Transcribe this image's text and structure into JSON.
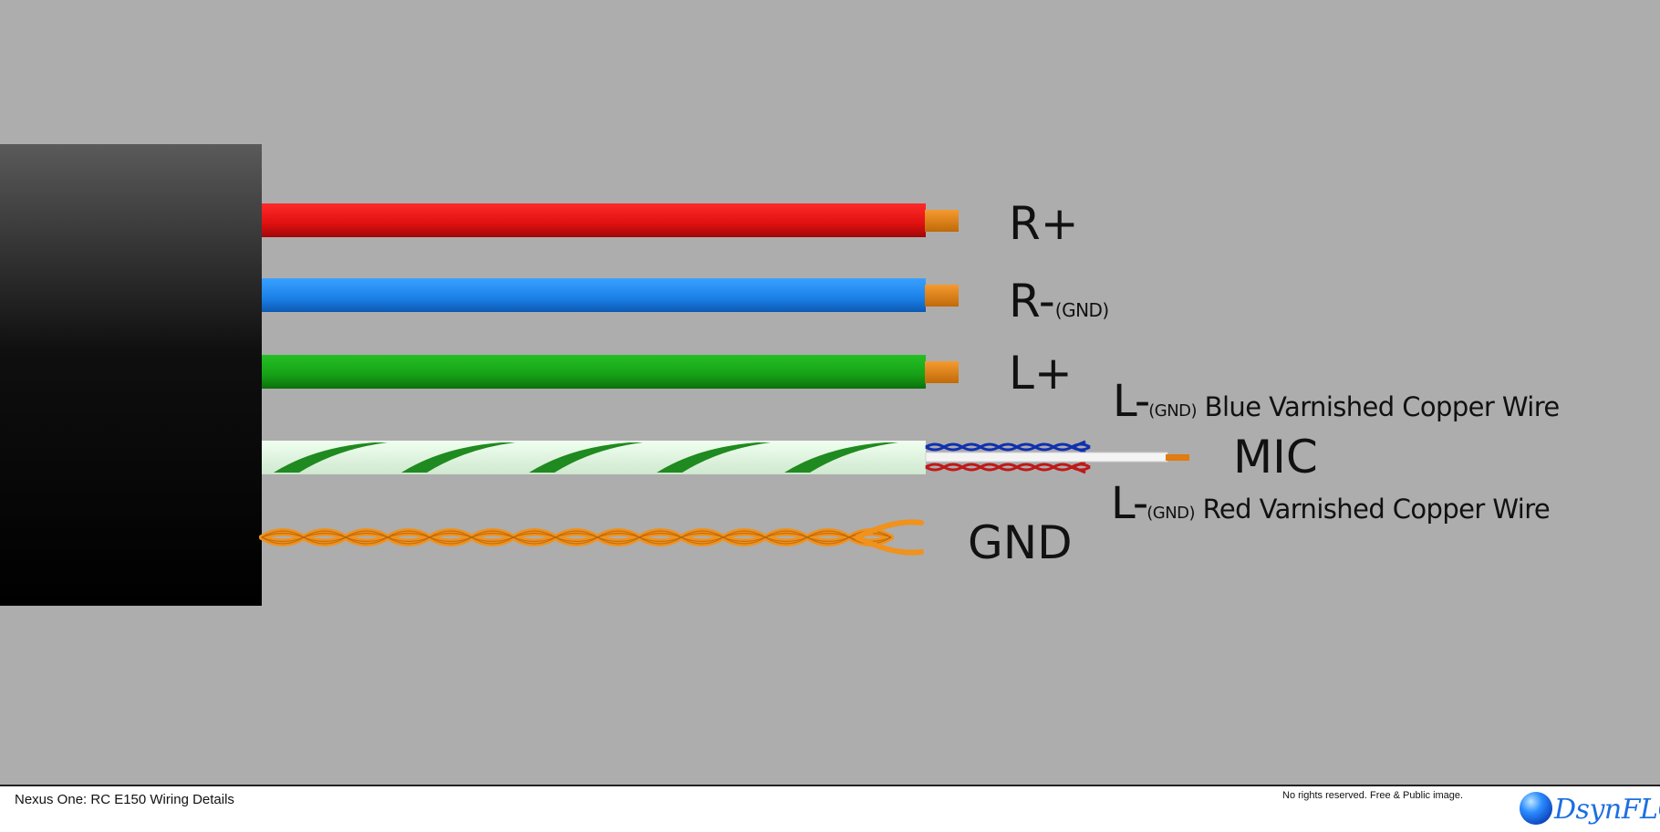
{
  "diagram": {
    "wires": [
      {
        "id": "r-plus",
        "label": "R+",
        "label_sub": "",
        "color": "#e01010"
      },
      {
        "id": "r-minus",
        "label": "R-",
        "label_sub": "(GND)",
        "color": "#1a80e8"
      },
      {
        "id": "l-plus",
        "label": "L+",
        "label_sub": "",
        "color": "#16a016"
      }
    ],
    "mic": {
      "label": "MIC",
      "stripe_colors": [
        "#d8f0d8",
        "#1f8a1f"
      ]
    },
    "gnd": {
      "label": "GND",
      "color": "#f0921c"
    },
    "leads": {
      "blue": {
        "main": "L-",
        "sub": "(GND)",
        "rest": "Blue Varnished Copper Wire",
        "color": "#1030b0"
      },
      "red": {
        "main": "L-",
        "sub": "(GND)",
        "rest": "Red Varnished Copper Wire",
        "color": "#c01818"
      }
    },
    "colors": {
      "jacket": "#0a0a0a",
      "copper": "#e07c10",
      "background": "#adadad"
    }
  },
  "footer": {
    "title": "Nexus One: RC E150 Wiring Details",
    "rights": "No rights reserved. Free & Public image.",
    "brand": "DsynFLO"
  }
}
